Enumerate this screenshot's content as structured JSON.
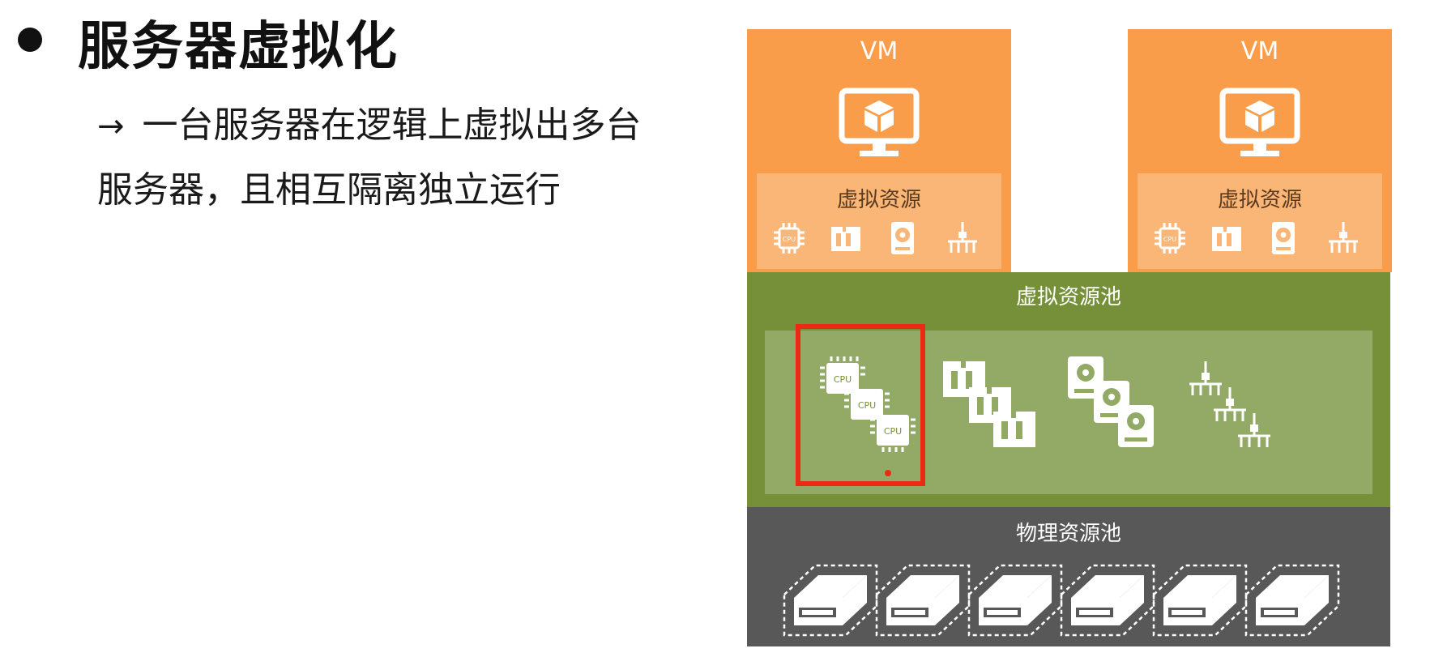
{
  "slide": {
    "title": "服务器虚拟化",
    "arrow": "→",
    "line1": "一台服务器在逻辑上虚拟出多台",
    "line2": "服务器，且相互隔离独立运行"
  },
  "diagram": {
    "vm_left": {
      "label": "VM",
      "resource_label": "虚拟资源"
    },
    "vm_right": {
      "label": "VM",
      "resource_label": "虚拟资源"
    },
    "virtual_pool": {
      "label": "虚拟资源池",
      "cpu_text": "CPU"
    },
    "physical_pool": {
      "label": "物理资源池"
    }
  },
  "colors": {
    "vm": "#fa9d4a",
    "vm_resource": "#f9b677",
    "virtual_pool": "#76903a",
    "virtual_pool_inner": "#93a966",
    "physical_pool": "#585858",
    "highlight": "#ec2a14"
  },
  "icons": [
    "monitor-cube-icon",
    "cpu-chip-icon",
    "memory-icon",
    "disk-icon",
    "network-icon",
    "server-icon"
  ]
}
